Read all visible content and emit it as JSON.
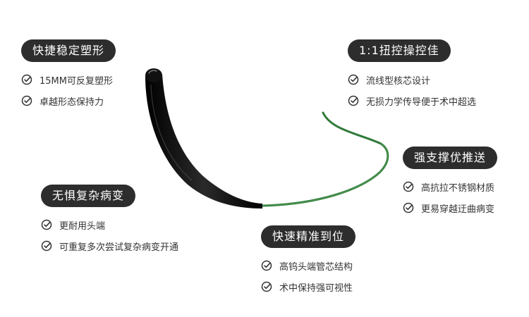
{
  "colors": {
    "pill_bg": "#2d2d2d",
    "catheter_tip": "#111111",
    "catheter_shaft": "#2f7a3a"
  },
  "features": [
    {
      "id": "stable-shaping",
      "title": "快捷稳定塑形",
      "items": [
        "15MM可反复塑形",
        "卓越形态保持力"
      ]
    },
    {
      "id": "torque-control",
      "title": "1:1扭控操控佳",
      "items": [
        "流线型核芯设计",
        "无损力学传导便于术中超选"
      ]
    },
    {
      "id": "strong-support",
      "title": "强支撑优推送",
      "items": [
        "高抗拉不锈钢材质",
        "更易穿越迂曲病变"
      ]
    },
    {
      "id": "complex-lesion",
      "title": "无惧复杂病变",
      "items": [
        "更耐用头端",
        "可重复多次尝试复杂病变开通"
      ]
    },
    {
      "id": "precise-arrival",
      "title": "快速精准到位",
      "items": [
        "高钨头端管芯结构",
        "术中保持强可视性"
      ]
    }
  ]
}
